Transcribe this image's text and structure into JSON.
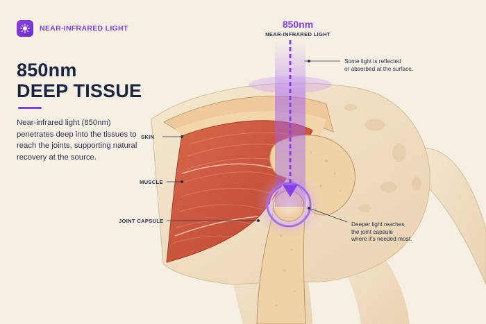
{
  "badge": {
    "label": "NEAR-INFRARED LIGHT",
    "icon": "sun-icon"
  },
  "title": {
    "line1": "850nm",
    "line2": "DEEP TISSUE"
  },
  "description": "Near-infrared light (850nm) penetrates deep into the tissues to reach the joints, supporting natural recovery at the source.",
  "beam": {
    "wavelength": "850nm",
    "label": "NEAR-INFRARED LIGHT"
  },
  "layers": {
    "skin": "SKIN",
    "muscle": "MUSCLE",
    "joint_capsule": "JOINT CAPSULE"
  },
  "notes": {
    "surface_line1": "Some light is reflected",
    "surface_line2": "or absorbed at the surface.",
    "deep_line1": "Deeper light reaches",
    "deep_line2": "the joint capsule",
    "deep_line3": "where it's needed most."
  },
  "colors": {
    "accent": "#7d3fe0",
    "text": "#1d2742",
    "background": "#f6efe4",
    "muscle": "#cf5a3e",
    "bone": "#efd3a8"
  }
}
